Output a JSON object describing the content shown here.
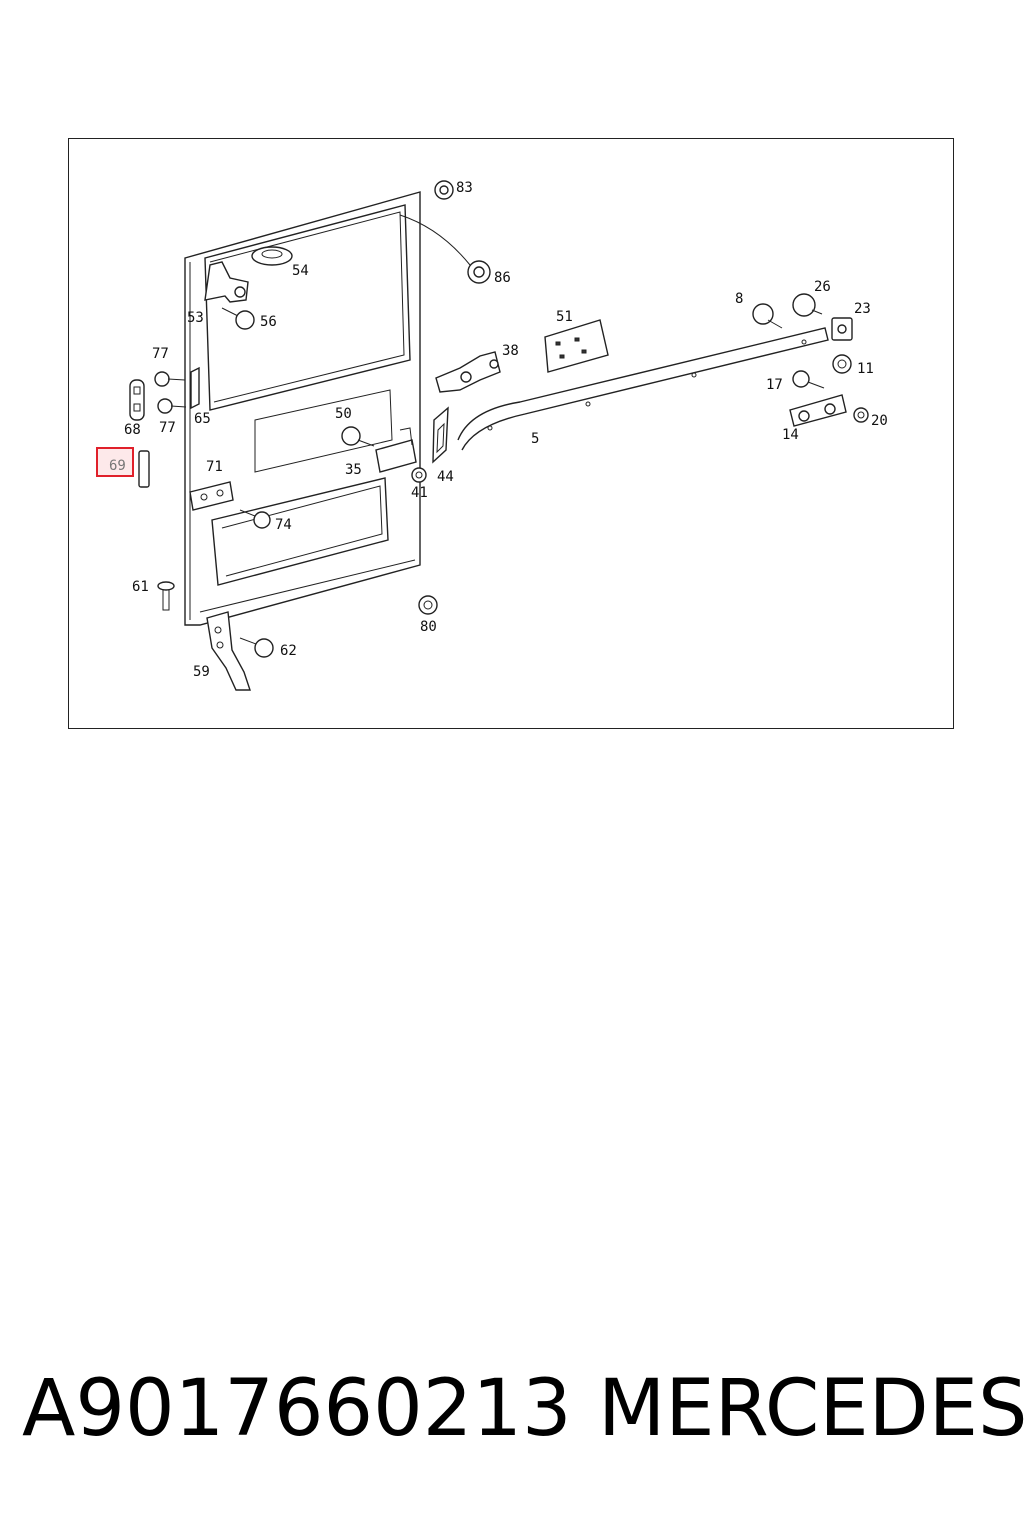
{
  "diagram": {
    "highlight_color": "#e0202a",
    "callouts": {
      "c83": "83",
      "c54": "54",
      "c86": "86",
      "c53": "53",
      "c56": "56",
      "c77a": "77",
      "c77b": "77",
      "c68": "68",
      "c65": "65",
      "c69": "69",
      "c38": "38",
      "c51": "51",
      "c8": "8",
      "c26": "26",
      "c23": "23",
      "c11": "11",
      "c17": "17",
      "c20": "20",
      "c14": "14",
      "c50": "50",
      "c35": "35",
      "c44": "44",
      "c41": "41",
      "c5": "5",
      "c71": "71",
      "c74": "74",
      "c61": "61",
      "c80": "80",
      "c62": "62",
      "c59": "59"
    }
  },
  "footer": {
    "part_number": "A9017660213",
    "brand": "MERCEDES"
  }
}
